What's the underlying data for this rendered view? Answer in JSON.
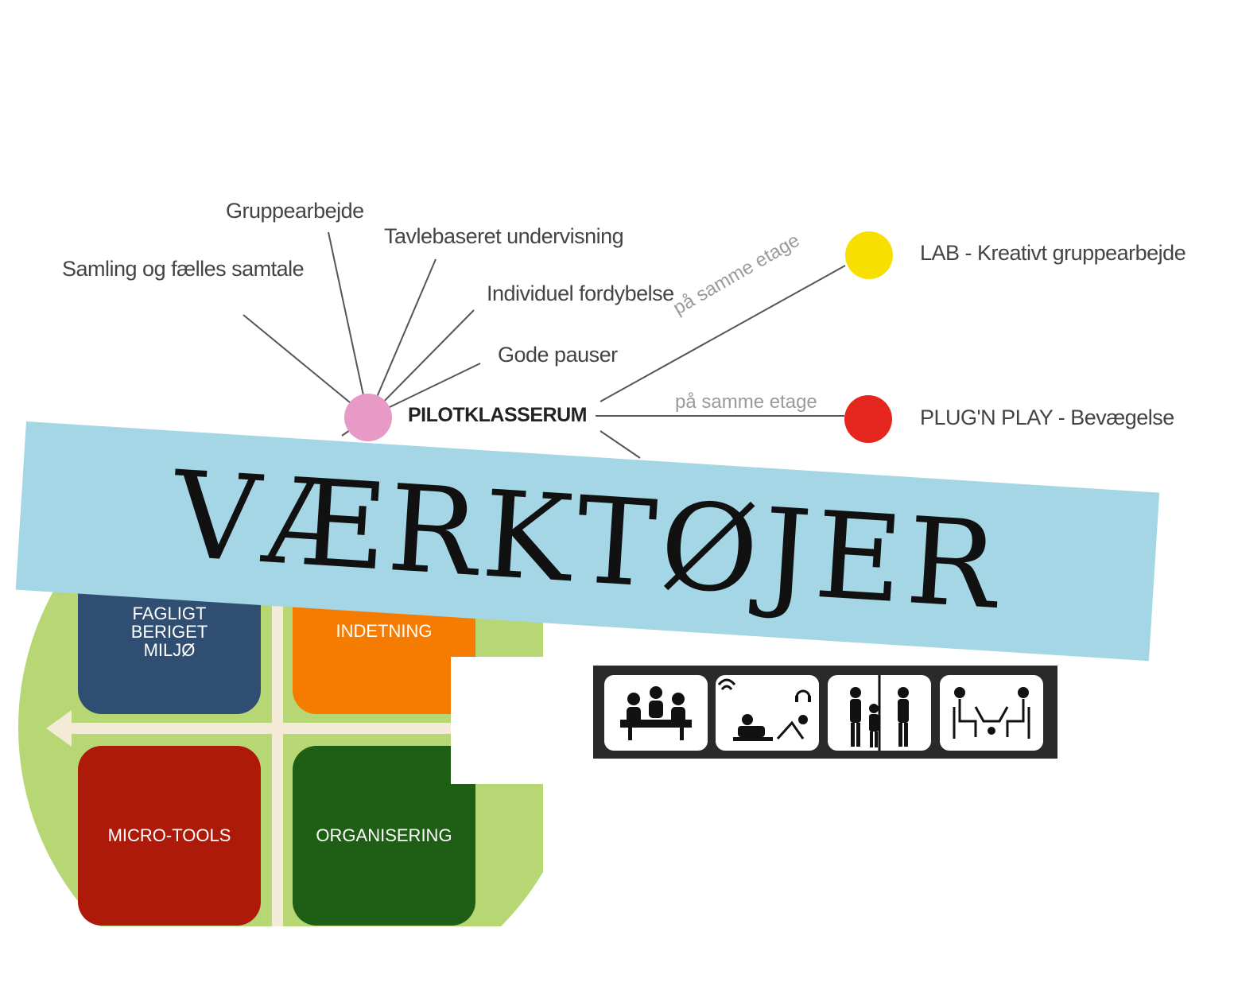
{
  "mindmap": {
    "center": "PILOTKLASSERUM",
    "spokes": [
      "Gruppearbejde",
      "Tavlebaseret undervisning",
      "Samling og fælles samtale",
      "Individuel fordybelse",
      "Gode pauser"
    ],
    "links": [
      {
        "edge_label": "på samme etage",
        "node": "LAB - Kreativt gruppearbejde",
        "color": "#f7e000"
      },
      {
        "edge_label": "på samme etage",
        "node": "PLUG'N PLAY - Bevægelse",
        "color": "#e5261f"
      }
    ],
    "center_color": "#e79ac6"
  },
  "banner": {
    "text": "VÆRKTØJER",
    "color": "#a5d6e5"
  },
  "quadrants": {
    "tiles": [
      {
        "label": "FAGLIGT BERIGET MILJØ",
        "color": "#2f4e72"
      },
      {
        "label": "INDETNING",
        "color": "#f57c00"
      },
      {
        "label": "MICRO-TOOLS",
        "color": "#ad1a0a"
      },
      {
        "label": "ORGANISERING",
        "color": "#1e5e15"
      }
    ],
    "circle_color": "#b6d774"
  },
  "icons": [
    "group-table-icon",
    "listening-reading-icon",
    "standing-people-icon",
    "laptop-pair-icon"
  ]
}
